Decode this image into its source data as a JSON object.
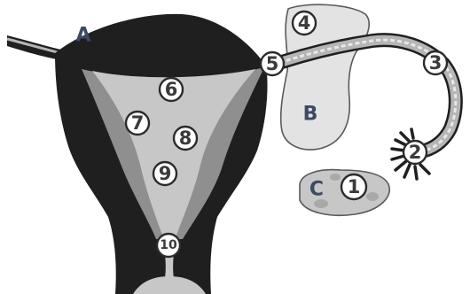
{
  "colors": {
    "dark": "#1f1f1f",
    "mid_gray": "#8f8f8f",
    "light_gray": "#c7c7c7",
    "pale_gray": "#e3e3e3",
    "tube_gray": "#b5b5b5",
    "letter_color": "#3c4a63"
  },
  "letters": {
    "a": "A",
    "b": "B",
    "c": "C"
  },
  "markers": {
    "m1": "1",
    "m2": "2",
    "m3": "3",
    "m4": "4",
    "m5": "5",
    "m6": "6",
    "m7": "7",
    "m8": "8",
    "m9": "9",
    "m10": "10"
  }
}
